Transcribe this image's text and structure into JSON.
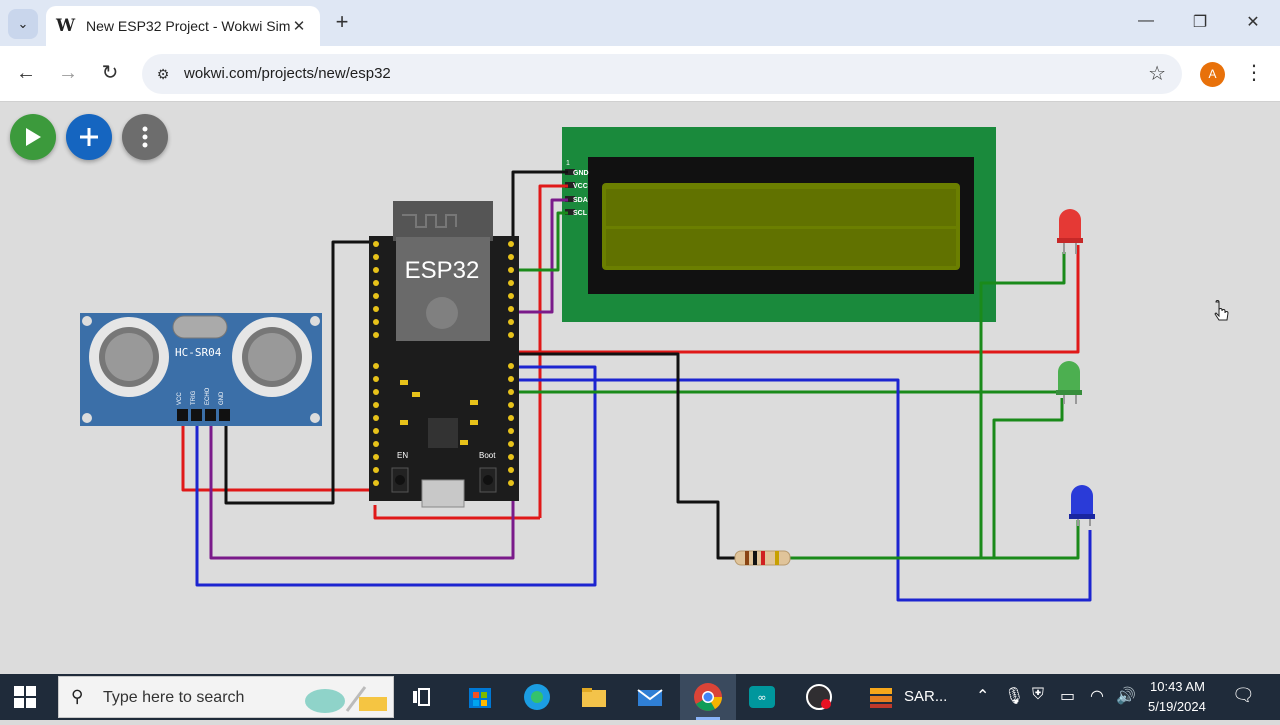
{
  "browser": {
    "tab_title": "New ESP32 Project - Wokwi Sim",
    "tab_favicon": "W",
    "tab_close": "✕",
    "new_tab": "+",
    "url": "wokwi.com/projects/new/esp32",
    "profile_initial": "A",
    "window_controls": {
      "minimize": "—",
      "restore": "❐",
      "close": "✕"
    }
  },
  "simulator": {
    "toolbar": {
      "play_icon": "play-icon",
      "add_icon": "plus-icon",
      "menu_icon": "more-vert-icon"
    },
    "esp32_label": "ESP32",
    "sensor_label": "HC-SR04",
    "sensor_pins": [
      "VCC",
      "TRIG",
      "ECHO",
      "GND"
    ],
    "lcd_pin_index": "1",
    "lcd_pins": [
      "GND",
      "VCC",
      "SDA",
      "SCL"
    ],
    "esp_buttons": [
      "EN",
      "Boot"
    ],
    "leds": [
      "red",
      "green",
      "blue"
    ],
    "colors": {
      "play": "#3c9a3c",
      "add": "#1565c0",
      "menu": "#6d6d6d",
      "lcd_board": "#1a8a3c",
      "lcd_screen": "#6b7f00",
      "sensor_board": "#3b6fa8",
      "wire_red": "#e01818",
      "wire_green": "#1a8a1a",
      "wire_blue": "#1c24d0",
      "wire_purple": "#7a1a8a",
      "wire_black": "#111111"
    }
  },
  "taskbar": {
    "search_placeholder": "Type here to search",
    "app_label": "SAR...",
    "time": "10:43 AM",
    "date": "5/19/2024"
  }
}
